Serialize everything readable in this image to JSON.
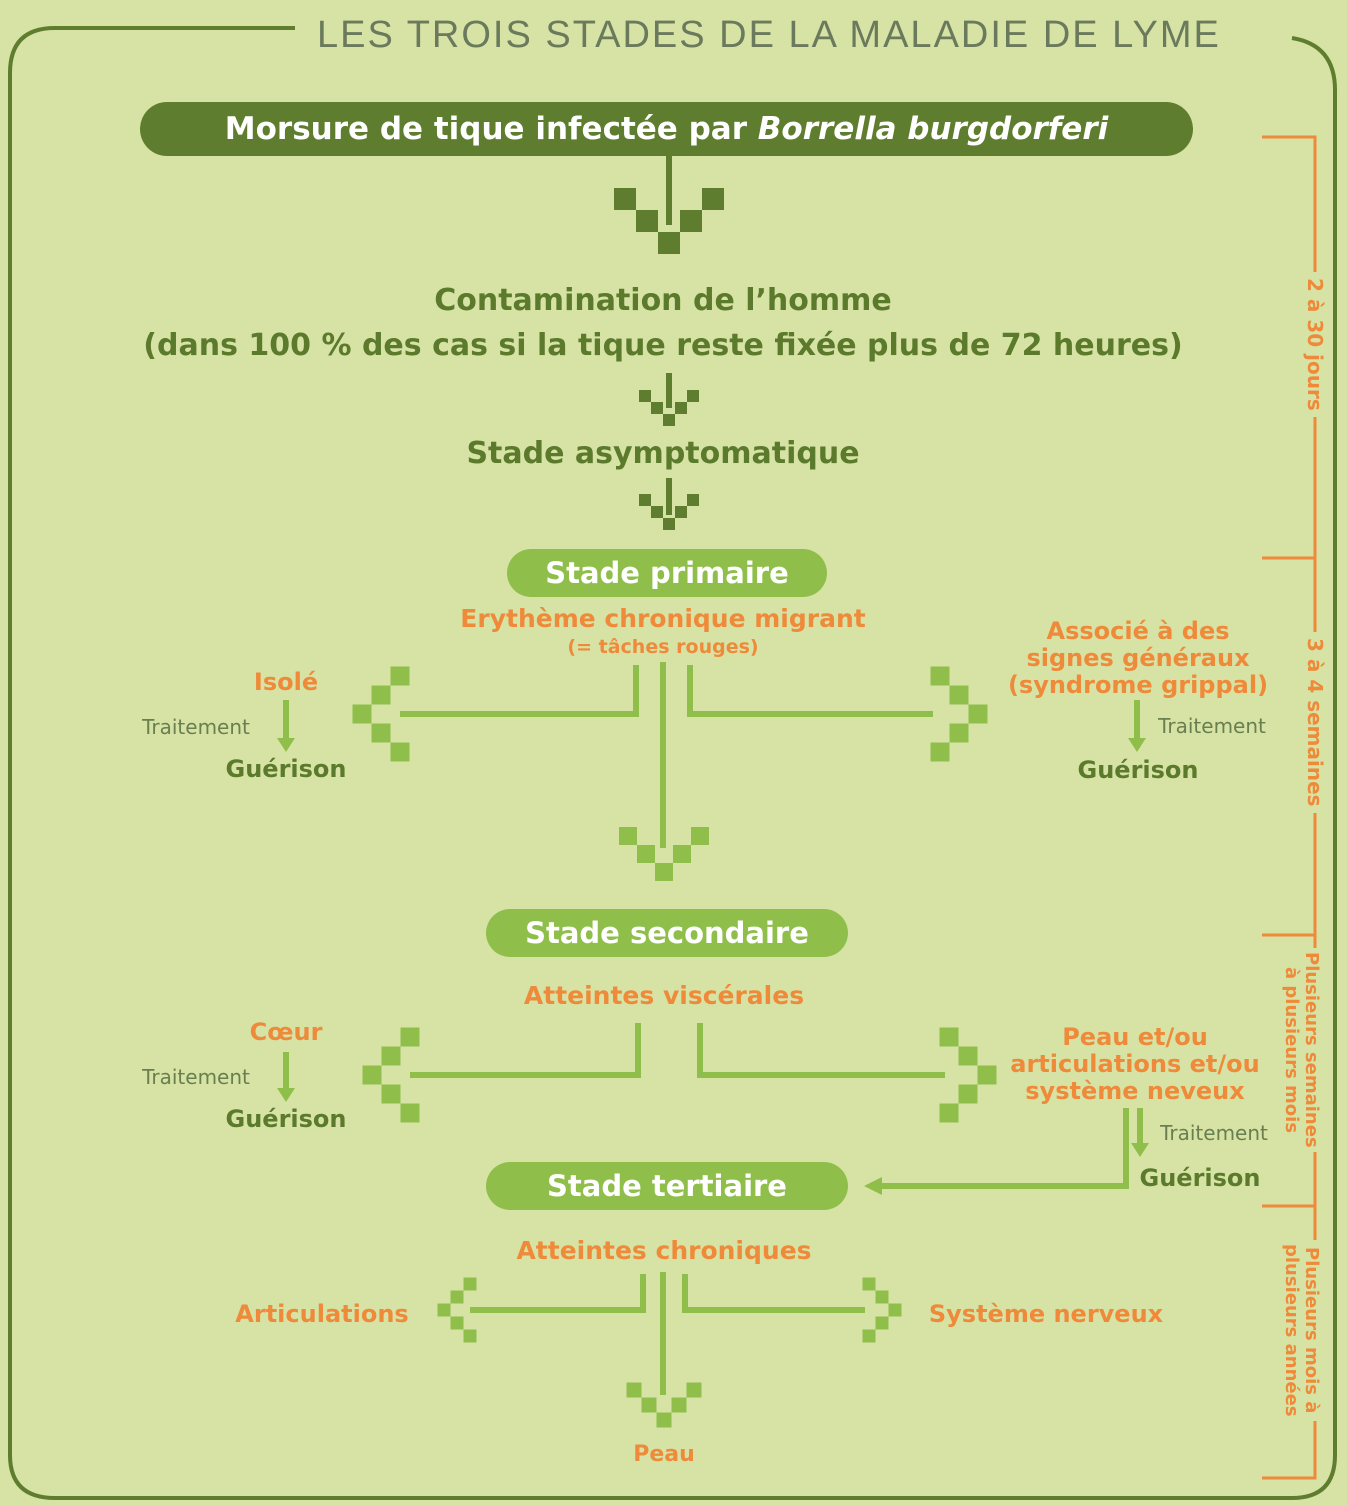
{
  "title": "LES TROIS STADES DE LA MALADIE DE LYME",
  "top_box": {
    "prefix": "Morsure de tique infectée par ",
    "italic": "Borrella burgdorferi"
  },
  "contamination": {
    "line1": "Contamination de l’homme",
    "line2": "(dans 100 % des cas si la tique reste fixée plus de 72 heures)"
  },
  "asymptomatic": "Stade asymptomatique",
  "primary": {
    "label": "Stade primaire",
    "subtitle": "Erythème chronique migrant",
    "subnote": "(= tâches rouges)",
    "left": {
      "title": "Isolé",
      "treatment": "Traitement",
      "outcome": "Guérison"
    },
    "right": {
      "line1": "Associé à des",
      "line2": "signes généraux",
      "line3": "(syndrome grippal)",
      "treatment": "Traitement",
      "outcome": "Guérison"
    }
  },
  "secondary": {
    "label": "Stade secondaire",
    "subtitle": "Atteintes viscérales",
    "left": {
      "title": "Cœur",
      "treatment": "Traitement",
      "outcome": "Guérison"
    },
    "right": {
      "line1": "Peau et/ou",
      "line2": "articulations et/ou",
      "line3": "système neveux",
      "treatment": "Traitement",
      "outcome": "Guérison"
    }
  },
  "tertiary": {
    "label": "Stade tertiaire",
    "subtitle": "Atteintes chroniques",
    "left": "Articulations",
    "right": "Système nerveux",
    "bottom": "Peau"
  },
  "timeline": {
    "t1": "2 à 30 jours",
    "t2": "3 à 4 semaines",
    "t3": [
      "Plusieurs semaines",
      "à plusieurs mois"
    ],
    "t4": [
      "Plusieurs mois à",
      "plusieurs années"
    ]
  },
  "colors": {
    "dark_green": "#5f7d2e",
    "light_green": "#8fbf4a",
    "orange": "#ef8a3a",
    "background": "#d6e3a5"
  }
}
